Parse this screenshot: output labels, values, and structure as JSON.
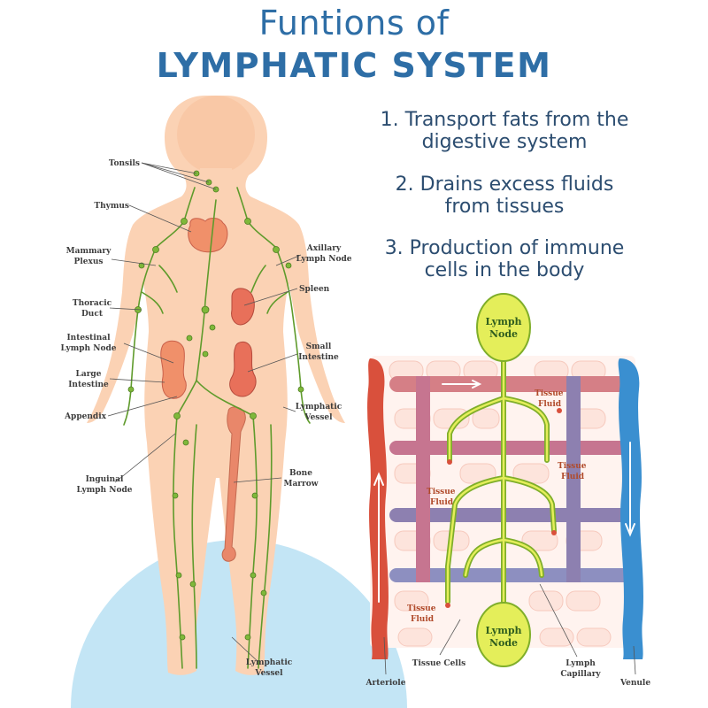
{
  "title": {
    "line1": "Funtions of",
    "line2": "LYMPHATIC SYSTEM"
  },
  "functions": [
    {
      "line1": "1. Transport fats from the",
      "line2": "digestive system"
    },
    {
      "line1": "2. Drains excess fluids",
      "line2": "from tissues"
    },
    {
      "line1": "3. Production of immune",
      "line2": "cells in the body"
    }
  ],
  "body_labels": {
    "tonsils": "Tonsils",
    "thymus": "Thymus",
    "mammary_1": "Mammary",
    "mammary_2": "Plexus",
    "axillary_1": "Axillary",
    "axillary_2": "Lymph Node",
    "spleen": "Spleen",
    "thoracic_1": "Thoracic",
    "thoracic_2": "Duct",
    "intestinal_1": "Intestinal",
    "intestinal_2": "Lymph Node",
    "small_1": "Small",
    "small_2": "Intestine",
    "large_1": "Large",
    "large_2": "Intestine",
    "appendix": "Appendix",
    "lymph_vessel_r_1": "Lymphatic",
    "lymph_vessel_r_2": "Vessel",
    "inguinal_1": "Inguinal",
    "inguinal_2": "Lymph Node",
    "bone_1": "Bone",
    "bone_2": "Marrow",
    "lymph_vessel_b_1": "Lymphatic",
    "lymph_vessel_b_2": "Vessel"
  },
  "capillary_labels": {
    "lymph_node_top_1": "Lymph",
    "lymph_node_top_2": "Node",
    "lymph_node_bottom_1": "Lymph",
    "lymph_node_bottom_2": "Node",
    "tissue_fluid_1a": "Tissue",
    "tissue_fluid_1b": "Fluid",
    "tissue_fluid_2a": "Tissue",
    "tissue_fluid_2b": "Fluid",
    "tissue_fluid_3a": "Tissue",
    "tissue_fluid_3b": "Fluid",
    "tissue_fluid_4a": "Tissue",
    "tissue_fluid_4b": "Fluid",
    "arteriole": "Arteriole",
    "tissue_cells": "Tissue Cells",
    "lymph_capillary_1": "Lymph",
    "lymph_capillary_2": "Capillary",
    "venule": "Venule"
  },
  "colors": {
    "title": "#2e6ea6",
    "text": "#2c4d70",
    "skin": "#fbd2b4",
    "lymph_green": "#5f9b2c",
    "node_yellow": "#e4ee5a",
    "artery_red": "#d9503c",
    "vein_blue": "#3a8fd0",
    "bg_blue": "#c3e5f5"
  }
}
